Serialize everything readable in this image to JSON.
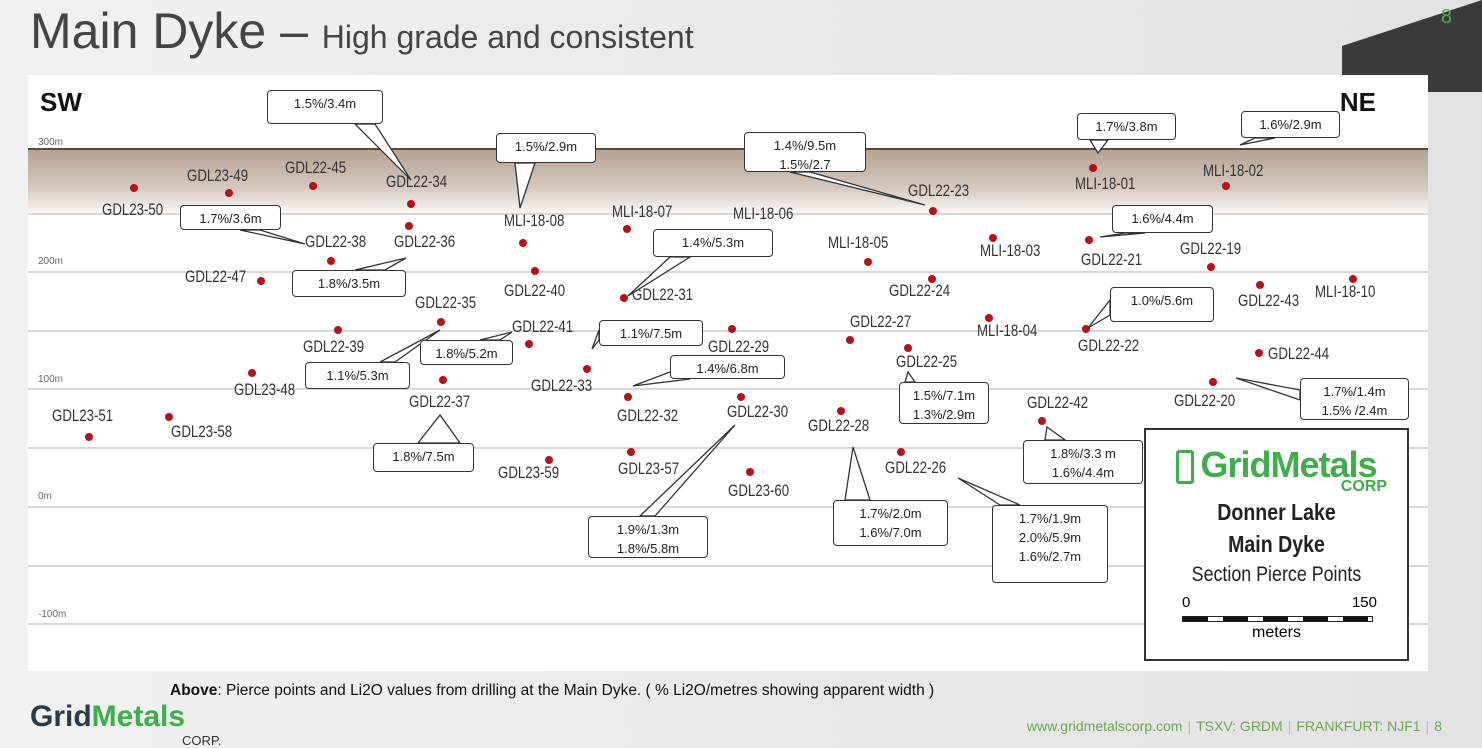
{
  "title": {
    "main": "Main Dyke",
    "dash": " – ",
    "sub": "High grade and consistent"
  },
  "page_number": "8",
  "section": {
    "left_dir": "SW",
    "right_dir": "NE",
    "elevations": [
      "300m",
      "200m",
      "100m",
      "0m",
      "-100m"
    ],
    "holes": [
      "GDL23-50",
      "GDL23-49",
      "GDL22-45",
      "GDL22-34",
      "GDL22-36",
      "GDL22-38",
      "GDL22-47",
      "MLI-18-08",
      "MLI-18-07",
      "MLI-18-06",
      "GDL22-40",
      "GDL22-31",
      "GDL22-35",
      "GDL22-39",
      "GDL22-41",
      "GDL22-33",
      "GDL22-29",
      "GDL23-48",
      "GDL22-37",
      "GDL23-51",
      "GDL23-58",
      "GDL22-32",
      "GDL22-30",
      "GDL23-59",
      "GDL23-57",
      "GDL23-60",
      "GDL22-28",
      "GDL22-26",
      "GDL22-23",
      "MLI-18-05",
      "MLI-18-03",
      "MLI-18-01",
      "MLI-18-02",
      "GDL22-21",
      "GDL22-19",
      "GDL22-24",
      "GDL22-43",
      "MLI-18-10",
      "GDL22-27",
      "MLI-18-04",
      "GDL22-22",
      "GDL22-25",
      "GDL22-44",
      "GDL22-20",
      "GDL22-42"
    ],
    "callouts": [
      [
        "1.5%/3.4m"
      ],
      [
        "1.5%/2.9m"
      ],
      [
        "1.4%/9.5m",
        "1.5%/2.7"
      ],
      [
        "1.7%/3.8m"
      ],
      [
        "1.6%/2.9m"
      ],
      [
        "1.7%/3.6m"
      ],
      [
        "1.8%/3.5m"
      ],
      [
        "1.4%/5.3m"
      ],
      [
        "1.6%/4.4m"
      ],
      [
        "1.0%/5.6m"
      ],
      [
        "1.1%/7.5m"
      ],
      [
        "1.8%/5.2m"
      ],
      [
        "1.1%/5.3m"
      ],
      [
        "1.4%/6.8m"
      ],
      [
        "1.5%/7.1m",
        "1.3%/2.9m"
      ],
      [
        "1.7%/1.4m",
        "1.5% /2.4m"
      ],
      [
        "1.8%/7.5m"
      ],
      [
        "1.8%/3.3 m",
        "1.6%/4.4m"
      ],
      [
        "1.9%/1.3m",
        "1.8%/5.8m"
      ],
      [
        "1.7%/2.0m",
        "1.6%/7.0m"
      ],
      [
        "1.7%/1.9m",
        "2.0%/5.9m",
        "1.6%/2.7m"
      ]
    ]
  },
  "legend": {
    "brand": "GridMetals",
    "corp": "CORP",
    "line1": "Donner Lake",
    "line2": "Main Dyke",
    "line3": "Section Pierce Points",
    "scale_min": "0",
    "scale_max": "150",
    "scale_unit": "meters"
  },
  "caption": {
    "bold": "Above",
    "text": ": Pierce points and Li2O values from drilling at the Main Dyke.  ( % Li2O/metres showing apparent width  )"
  },
  "footer": {
    "url": "www.gridmetalscorp.com",
    "ticker": "TSXV: GRDM",
    "frankfurt": "FRANKFURT: NJF1",
    "page": "8"
  },
  "logo": {
    "grid": "Grid",
    "metals": "Metals",
    "corp": "CORP."
  },
  "colors": {
    "accent": "#3dae49",
    "dot": "#b5101c"
  }
}
